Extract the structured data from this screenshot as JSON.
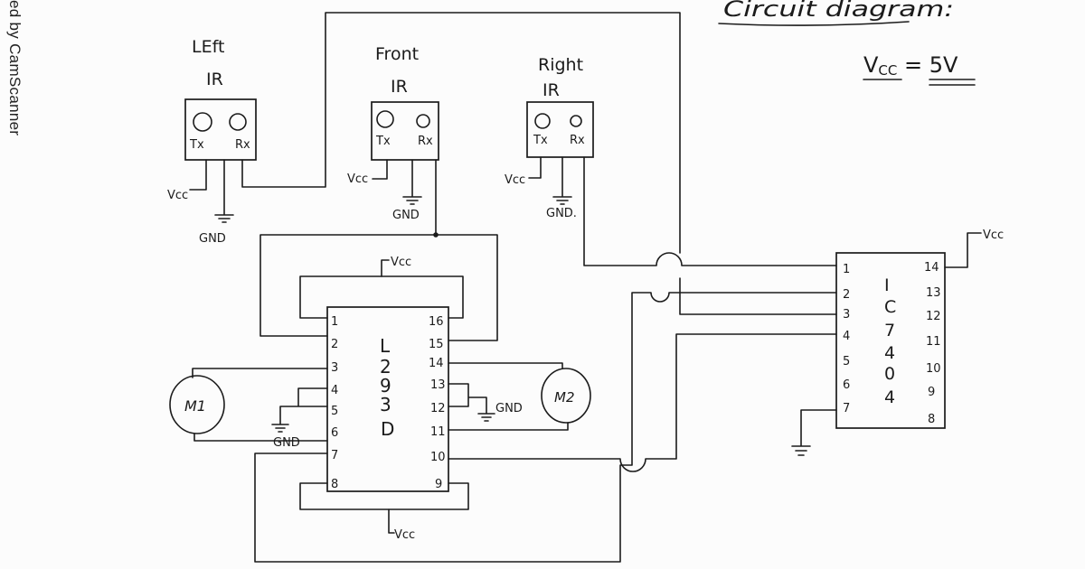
{
  "watermark": "ed by CamScanner",
  "title": "Circuit diagram:",
  "supply": {
    "label_prefix": "V",
    "label_sub": "CC",
    "label_value": " = 5V"
  },
  "sensors": [
    {
      "name": "LEft",
      "sub": "IR",
      "tx": "Tx",
      "rx": "Rx",
      "vcc": "Vcc",
      "gnd": "GND"
    },
    {
      "name": "Front",
      "sub": "IR",
      "tx": "Tx",
      "rx": "Rx",
      "vcc": "Vcc",
      "gnd": "GND"
    },
    {
      "name": "Right",
      "sub": "IR",
      "tx": "Tx",
      "rx": "Rx",
      "vcc": "Vcc",
      "gnd": "GND."
    }
  ],
  "driver": {
    "chars": [
      "L",
      "2",
      "9",
      "3",
      "D"
    ],
    "left_pins": [
      "1",
      "2",
      "3",
      "4",
      "5",
      "6",
      "7",
      "8"
    ],
    "right_pins": [
      "16",
      "15",
      "14",
      "13",
      "12",
      "11",
      "10",
      "9"
    ],
    "vcc_top": "Vcc",
    "vcc_bottom": "Vcc",
    "gnd_left": "GND",
    "gnd_right": "GND"
  },
  "inverter": {
    "chars": [
      "I",
      "C",
      "7",
      "4",
      "0",
      "4"
    ],
    "left_pins": [
      "1",
      "2",
      "3",
      "4",
      "5",
      "6",
      "7"
    ],
    "right_pins": [
      "14",
      "13",
      "12",
      "11",
      "10",
      "9",
      "8"
    ],
    "vcc": "Vcc"
  },
  "motors": [
    {
      "label": "M1"
    },
    {
      "label": "M2"
    }
  ]
}
